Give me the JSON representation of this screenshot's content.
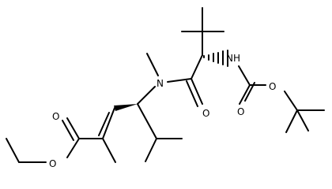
{
  "molecule": {
    "atoms": {
      "nitrogen_methyl": "N",
      "carbamate_nh": "NH",
      "amide_oxygen": "O",
      "carbamate_carbonyl_oxygen": "O",
      "carbamate_ether_oxygen": "O",
      "ester_carbonyl_oxygen": "O",
      "ester_ether_oxygen": "O"
    }
  }
}
